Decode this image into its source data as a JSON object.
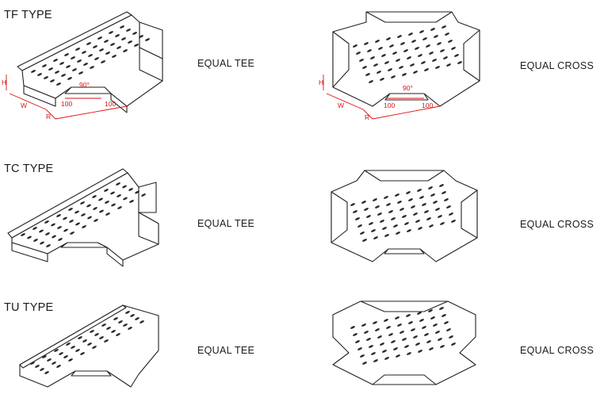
{
  "rows": [
    {
      "type_label": "TF TYPE",
      "tee_caption": "EQUAL TEE",
      "cross_caption": "EQUAL CROSS"
    },
    {
      "type_label": "TC TYPE",
      "tee_caption": "EQUAL TEE",
      "cross_caption": "EQUAL CROSS"
    },
    {
      "type_label": "TU TYPE",
      "tee_caption": "EQUAL TEE",
      "cross_caption": "EQUAL CROSS"
    }
  ],
  "dimensions": {
    "angle": "90°",
    "length_a": "100",
    "length_b": "100",
    "height": "H",
    "width": "W",
    "radius": "R"
  },
  "colors": {
    "dimension": "#dd1111",
    "line": "#222222"
  }
}
